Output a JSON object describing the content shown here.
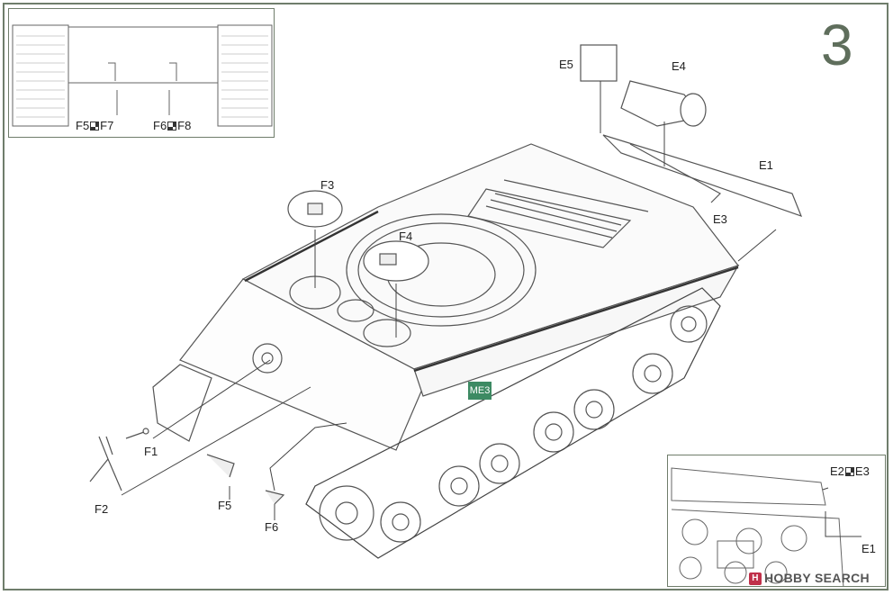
{
  "step_number": "3",
  "part_labels": {
    "e5": "E5",
    "e4": "E4",
    "e1": "E1",
    "e3": "E3",
    "f3": "F3",
    "f4": "F4",
    "f1": "F1",
    "f2": "F2",
    "f5": "F5",
    "f6": "F6"
  },
  "marker_label": "ME3",
  "inset_top_left": {
    "left_pair": {
      "a": "F5",
      "b": "F7"
    },
    "right_pair": {
      "a": "F6",
      "b": "F8"
    }
  },
  "inset_bottom_right": {
    "pair": {
      "a": "E2",
      "b": "E3"
    },
    "single": "E1"
  },
  "watermark": "HOBBY SEARCH",
  "colors": {
    "frame": "#6f7d6b",
    "marker": "#3d8a63",
    "line": "#444444"
  }
}
